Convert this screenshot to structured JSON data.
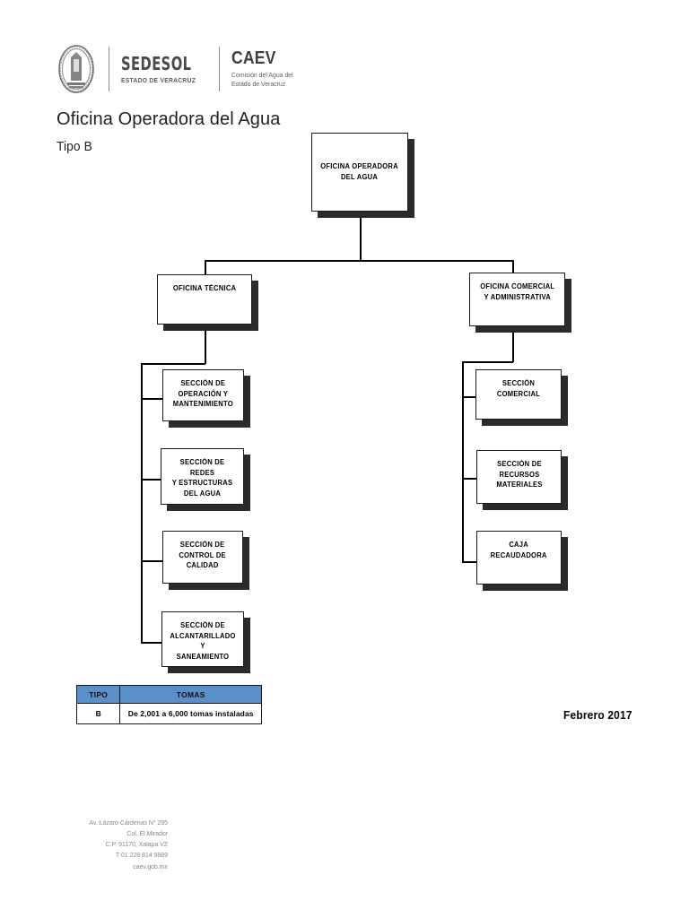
{
  "header": {
    "seal_icon": "veracruz-state-seal-icon",
    "sedesol": {
      "name": "SEDESOL",
      "subtitle": "ESTADO DE VERACRUZ"
    },
    "caev": {
      "name": "CAEV",
      "subtitle_line1": "Comisión del Agua del",
      "subtitle_line2": "Estado de Veracruz"
    }
  },
  "document": {
    "title": "Oficina Operadora del Agua",
    "subtitle": "Tipo B",
    "date": "Febrero 2017"
  },
  "chart_data": {
    "type": "org-chart",
    "title": "Oficina Operadora del Agua — Tipo B",
    "root": "OFICINA OPERADORA\nDEL AGUA",
    "branches": [
      {
        "name": "OFICINA TÉCNICA",
        "children": [
          "SECCIÓN DE\nOPERACIÓN Y\nMANTENIMIENTO",
          "SECCIÓN DE REDES\nY ESTRUCTURAS\nDEL AGUA",
          "SECCIÓN DE\nCONTROL DE\nCALIDAD",
          "SECCIÓN DE\nALCANTARILLADO Y\nSANEAMIENTO"
        ]
      },
      {
        "name": "OFICINA COMERCIAL\nY ADMINISTRATIVA",
        "children": [
          "SECCIÓN COMERCIAL",
          "SECCIÓN DE\nRECURSOS\nMATERIALES",
          "CAJA\nRECAUDADORA"
        ]
      }
    ]
  },
  "legend_table": {
    "headers": [
      "TIPO",
      "TOMAS"
    ],
    "rows": [
      [
        "B",
        "De 2,001 a 6,000 tomas instaladas"
      ]
    ],
    "header_color": "#5b8fc9"
  },
  "footer": {
    "line1": "Av. Lázaro Cárdenas N° 295",
    "line2": "Col. El Mirador",
    "line3": "C.P. 91170, Xalapa VZ",
    "line4": "T 01 228 814 9889",
    "line5": "caev.gob.mx"
  }
}
